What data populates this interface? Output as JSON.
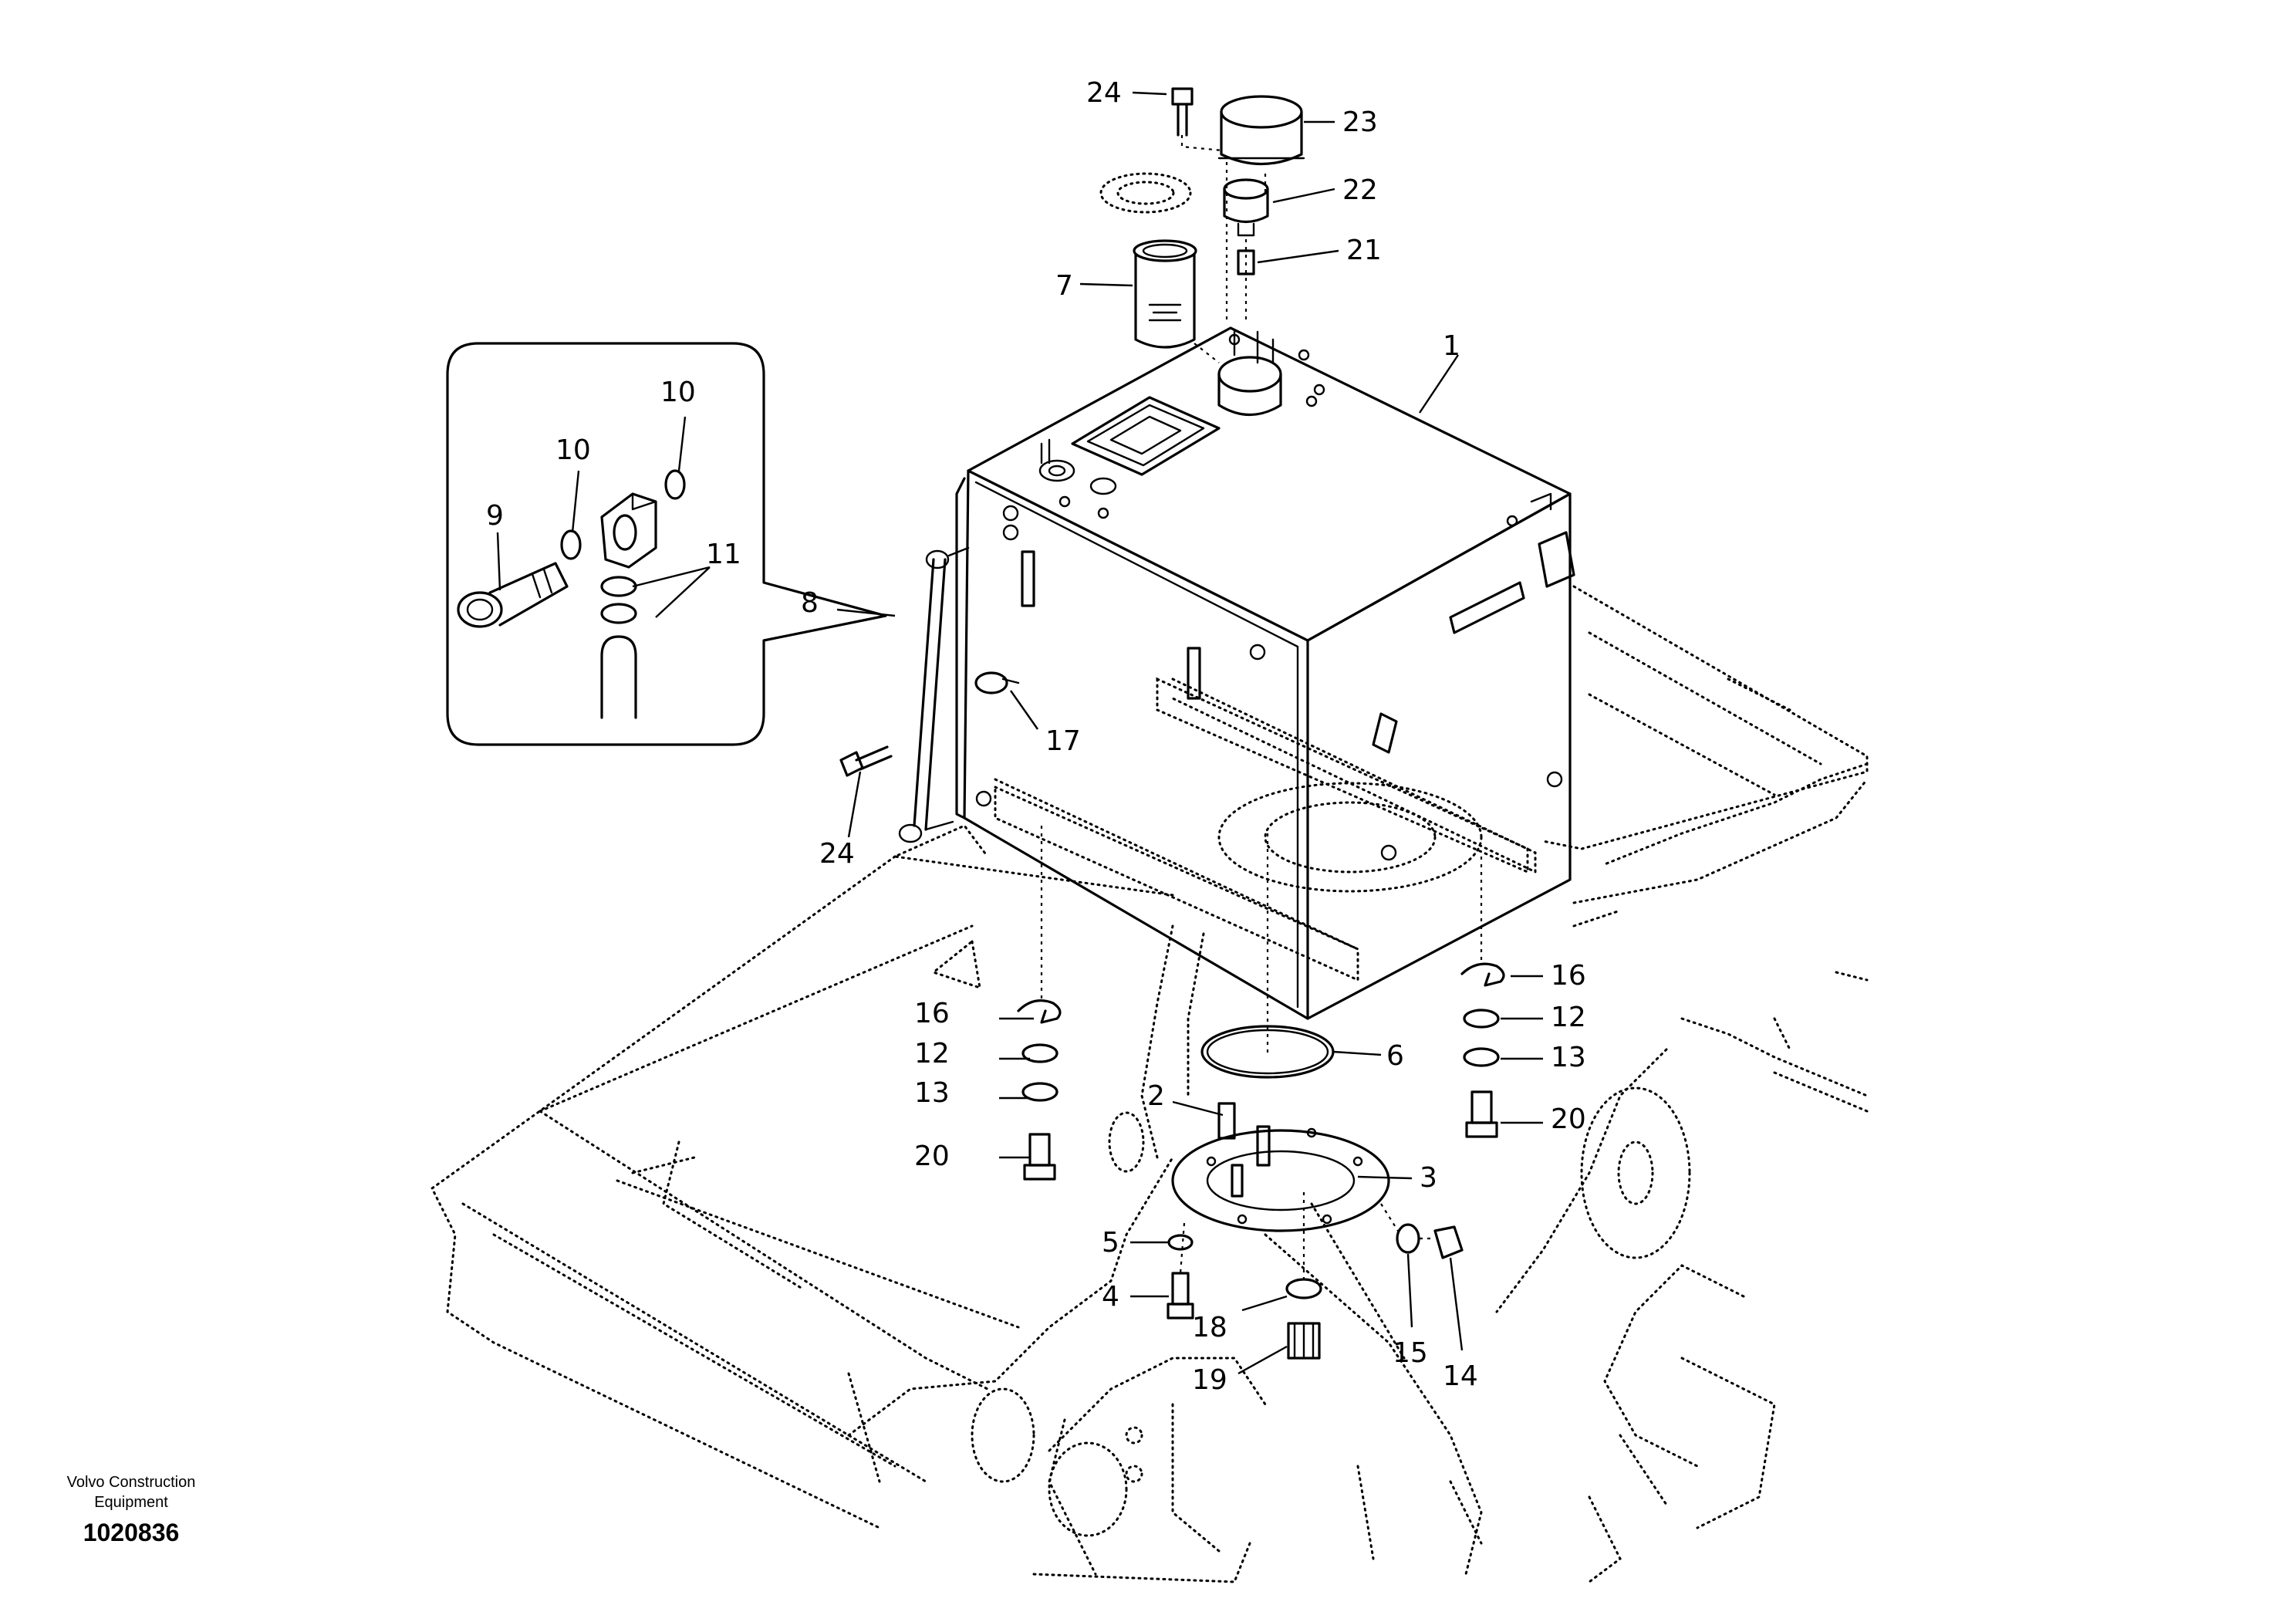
{
  "publisher": {
    "company": "Volvo Construction\nEquipment",
    "drawing_number": "1020836"
  },
  "callouts": [
    {
      "label": "24"
    },
    {
      "label": "23"
    },
    {
      "label": "22"
    },
    {
      "label": "21"
    },
    {
      "label": "7"
    },
    {
      "label": "1"
    },
    {
      "label": "10"
    },
    {
      "label": "10"
    },
    {
      "label": "9"
    },
    {
      "label": "11"
    },
    {
      "label": "8"
    },
    {
      "label": "17"
    },
    {
      "label": "24"
    },
    {
      "label": "16"
    },
    {
      "label": "12"
    },
    {
      "label": "13"
    },
    {
      "label": "20"
    },
    {
      "label": "16"
    },
    {
      "label": "12"
    },
    {
      "label": "13"
    },
    {
      "label": "20"
    },
    {
      "label": "6"
    },
    {
      "label": "2"
    },
    {
      "label": "3"
    },
    {
      "label": "5"
    },
    {
      "label": "4"
    },
    {
      "label": "18"
    },
    {
      "label": "19"
    },
    {
      "label": "15"
    },
    {
      "label": "14"
    }
  ]
}
